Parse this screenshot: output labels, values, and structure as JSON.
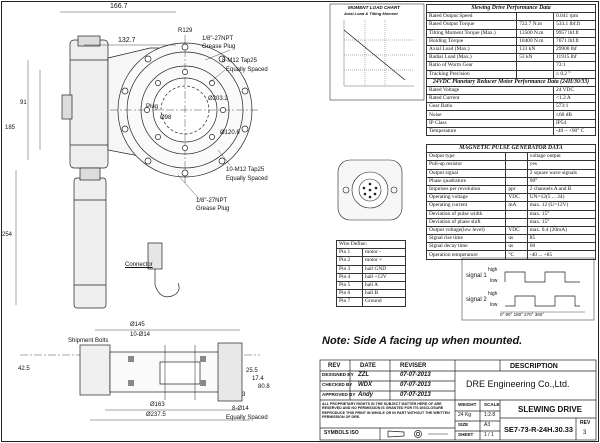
{
  "drawing": {
    "dimensions": {
      "top_166": "166.7",
      "top_132": "132.7",
      "r129": "R129",
      "h91": "91",
      "h185": "185",
      "h254": "254",
      "d203": "Ø203.2",
      "d98": "Ø98",
      "d120": "Ø120.6",
      "d145": "Ø145",
      "d10_14": "10-Ø14",
      "d163": "Ø163",
      "d237": "Ø237.5",
      "v42": "42.5",
      "v25_5": "25.5",
      "v17_4": "17.4",
      "v80_8": "80.8",
      "v3": "3"
    },
    "callouts": {
      "npt_top": "1/8\"-27NPT",
      "grease_top": "Grease Plug",
      "m12": "8-M12 Tap25",
      "eq1": "Equally Spaced",
      "plug": "Plug",
      "m10": "10-M12 Tap25",
      "eq2": "Equally Spaced",
      "npt_bottom": "1/8\"-27NPT",
      "grease_bottom": "Grease Plug",
      "connector": "Connector",
      "shipment_bolts": "Shipment Bolts",
      "m14_8": "8-Ø14",
      "eq3": "Equally Spaced"
    },
    "note": "Note: Side A facing up when mounted."
  },
  "moment_chart": {
    "title": "MOMENT LOAD CHART",
    "subtitle": "Axial Load & Tilting Moment"
  },
  "slewing_table": {
    "title": "Slewing Drive Performance Data",
    "rows": [
      [
        "Rated Output Speed",
        "",
        "0.041 rpm"
      ],
      [
        "Rated Output Torque",
        "722.7 N.m",
        "533.1 lbf.ft"
      ],
      [
        "Tilting Moment Torque (Max.)",
        "13500 N.m",
        "9957 lbf.ft"
      ],
      [
        "Holding Torque",
        "10400 N.m",
        "7671 lbf.ft"
      ],
      [
        "Axial Load (Max.)",
        "133 kN",
        "29900 lbf"
      ],
      [
        "Radial Load (Max.)",
        "53 kN",
        "11915 lbf"
      ],
      [
        "Ratio of Worm Gear",
        "",
        "73:1"
      ],
      [
        "Tracking Precision",
        "",
        "≤ 0.2 °"
      ]
    ],
    "motor_title": "24VDC Planetary Reducer Motor Performance Data (24H/30/33)",
    "motor_rows": [
      [
        "Rated Voltage",
        "24 VDC"
      ],
      [
        "Rated Current",
        "<1.2 A"
      ],
      [
        "Gear Ratio",
        "573:1"
      ],
      [
        "Noise",
        "≤60 dB"
      ],
      [
        "IP Class",
        "IP54"
      ],
      [
        "Temperature",
        "-40 ~ +90° C"
      ]
    ]
  },
  "magnetic_table": {
    "title": "MAGNETIC PULSE GENERATOR DATA",
    "rows": [
      [
        "Output type",
        "",
        "voltage output"
      ],
      [
        "Pull-up resistor",
        "",
        "yes"
      ],
      [
        "Output signal",
        "",
        "2 square wave signals"
      ],
      [
        "Phase quadrature",
        "",
        "90°"
      ],
      [
        "Impulses per revolution",
        "ppr",
        "2 channels A and B"
      ],
      [
        "Operating voltage",
        "VDC",
        "UN=12(5 ... 24)"
      ],
      [
        "Operating current",
        "mA",
        "max. 12 (U=12V)"
      ],
      [
        "Deviation of pulse width",
        "",
        "max. 15°"
      ],
      [
        "Deviation of phase shift",
        "",
        "max. 15°"
      ],
      [
        "Output voltage(low level)",
        "VDC",
        "max. 0.4 (20mA)"
      ],
      [
        "Signal rise time",
        "us",
        "85"
      ],
      [
        "Signal decay time",
        "us",
        "60"
      ],
      [
        "Operation temperature",
        "°C",
        "-40 ... +85"
      ]
    ]
  },
  "wire_define": {
    "title": "Wire Define:",
    "pins": [
      [
        "Pin 1",
        "motor -"
      ],
      [
        "Pin 2",
        "motor +"
      ],
      [
        "Pin 3",
        "hall GND"
      ],
      [
        "Pin 4",
        "hall +12V"
      ],
      [
        "Pin 5",
        "hall A"
      ],
      [
        "Pin 6",
        "hall B"
      ],
      [
        "Pin 7",
        "Ground"
      ]
    ]
  },
  "signal": {
    "signal1": "signal 1",
    "signal2": "signal 2",
    "high": "high",
    "low": "low",
    "axis": "0°   90°  180°  270°  360°"
  },
  "title_block": {
    "h_rev": "REV",
    "h_date": "DATE",
    "h_reviser": "REVISER",
    "h_description": "DESCRIPTION",
    "designed_by": "DESIGNED BY",
    "designer": "ZZL",
    "design_date": "07-07-2013",
    "checked_by": "CHECKED BY",
    "checker": "WDX",
    "check_date": "07-07-2013",
    "approved_by": "APPROVED BY",
    "approver": "Andy",
    "approve_date": "07-07-2013",
    "company": "DRE Engineering Co.,Ltd.",
    "notice": "ALL PROPRIETARY RIGHTS IN THE SUBJECT MATTER HERE OF ARE RESERVED AND NO PERMISSION IS GRANTED FOR ITS DISCLOSURE REPRODUCE THIS PRINT IN WHOLE OR IN PART WITHOUT THE WRITTEN PERMISSION OF DRE.",
    "weight_label": "WEIGHT",
    "weight": "24 Kg",
    "scale_label": "SCALE",
    "scale": "1:2.8",
    "size_label": "SIZE",
    "size": "A3",
    "sheet_label": "SHEET",
    "sheet": "1 / 1",
    "symbols_label": "SYMBOLS ISO",
    "drawing_title": "SLEWING DRIVE",
    "part_number": "SE7-73-R-24H.30.33",
    "rev_label": "REV",
    "rev": "3"
  }
}
